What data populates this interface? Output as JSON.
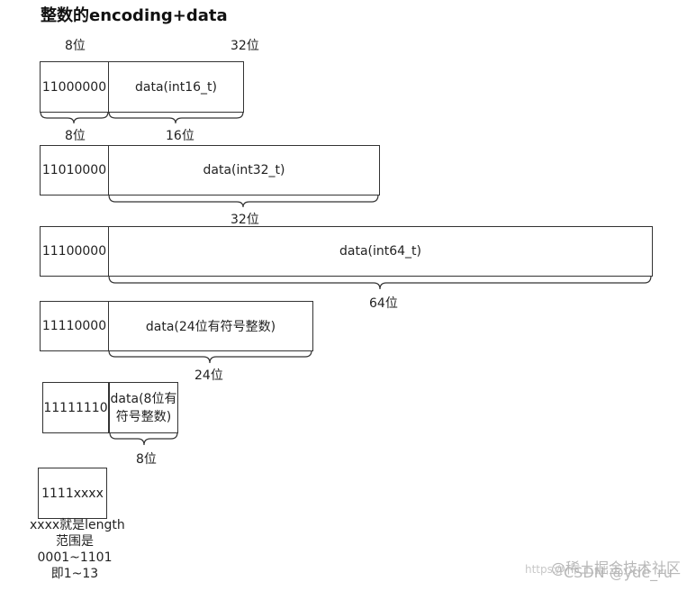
{
  "title": "整数的encoding+data",
  "rows": [
    {
      "encoding": "11000000",
      "data": "data(int16_t)",
      "top_labels": {
        "encoding_width": "8位",
        "total_width": "32位"
      },
      "brace_labels": {
        "encoding": "8位",
        "data": "16位"
      }
    },
    {
      "encoding": "11010000",
      "data": "data(int32_t)",
      "brace_label": "32位"
    },
    {
      "encoding": "11100000",
      "data": "data(int64_t)",
      "brace_label": "64位"
    },
    {
      "encoding": "11110000",
      "data": "data(24位有符号整数)",
      "brace_label": "24位"
    },
    {
      "encoding": "11111110",
      "data_line1": "data(8位有",
      "data_line2": "符号整数)",
      "brace_label": "8位"
    },
    {
      "encoding": "1111xxxx",
      "note_lines": [
        "xxxx就是length",
        "范围是",
        "0001~1101",
        "即1~13"
      ]
    }
  ],
  "watermark": {
    "line1": "@稀土掘金技术社区",
    "line2": "CSDN @yde_ru",
    "url": "https://"
  }
}
